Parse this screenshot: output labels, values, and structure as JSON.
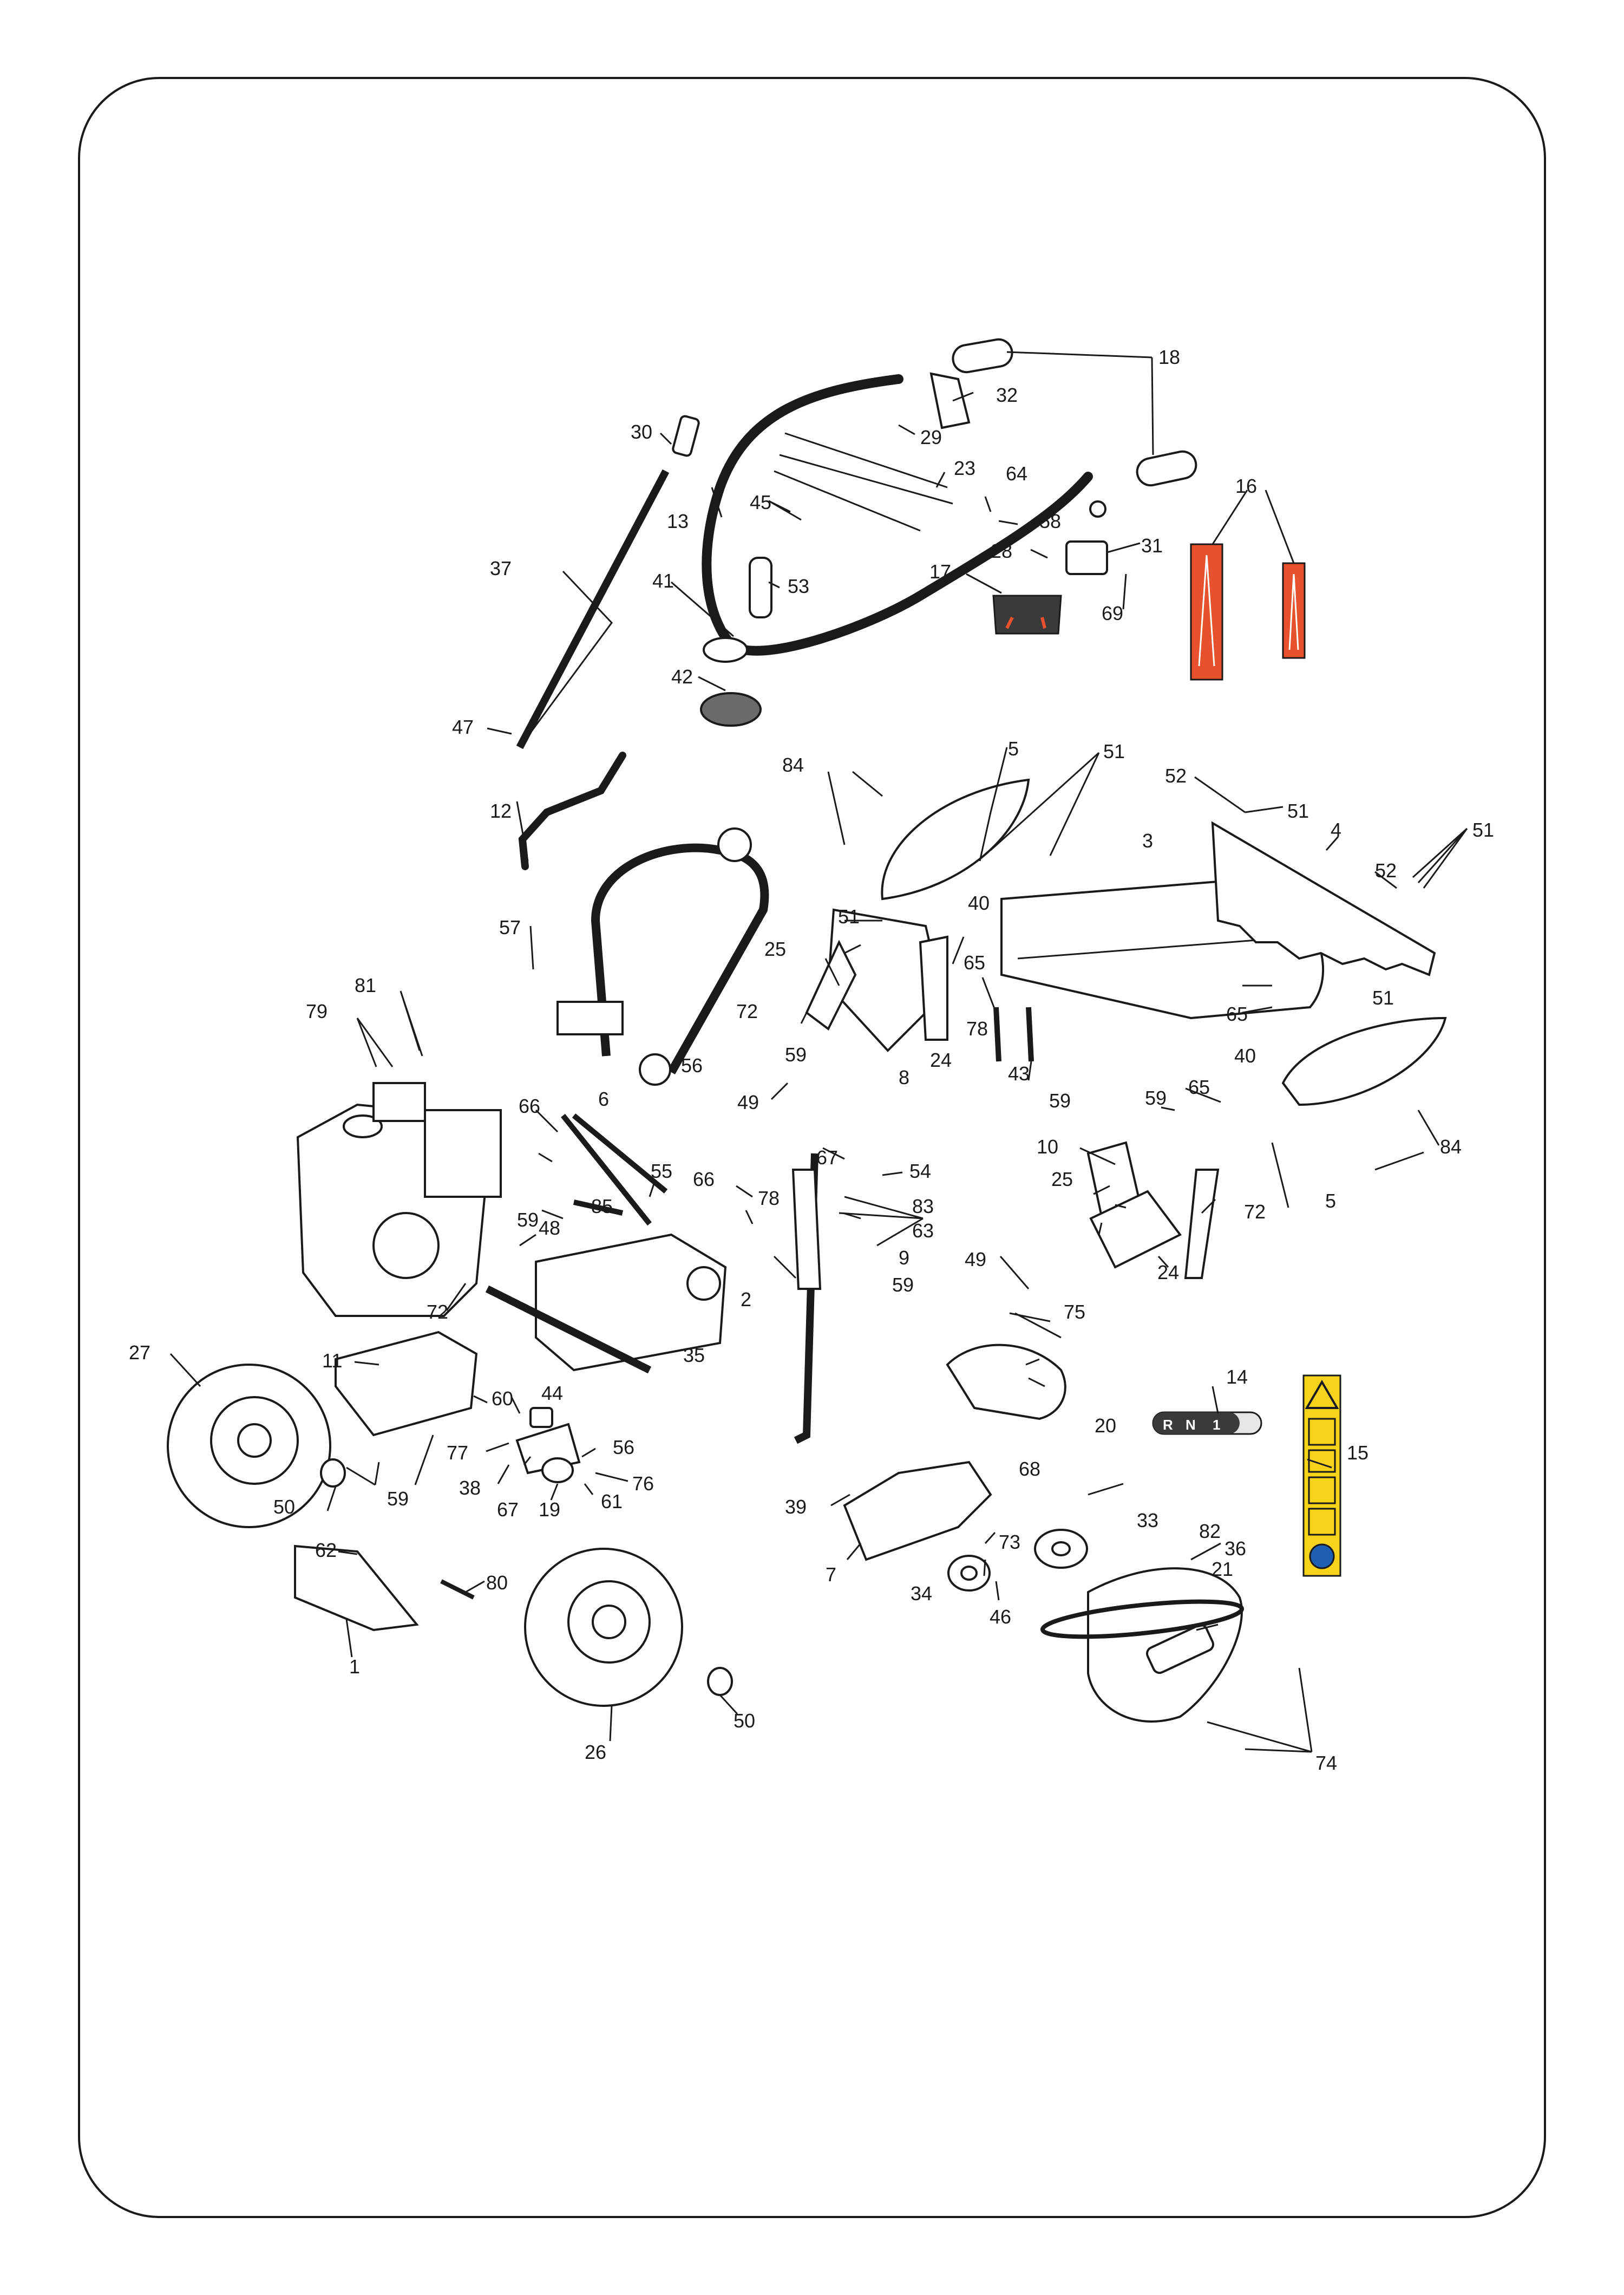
{
  "colors": {
    "line": "#1a1a1a",
    "decal_red": "#e8512d",
    "safety_yellow": "#f7d21a",
    "safety_blue": "#1f5fb0",
    "dark_grey": "#3a3a3a"
  },
  "gear_decal": [
    "R",
    "N",
    "1"
  ],
  "callouts": [
    "1",
    "2",
    "3",
    "4",
    "5",
    "6",
    "7",
    "8",
    "9",
    "10",
    "11",
    "12",
    "13",
    "14",
    "15",
    "16",
    "17",
    "18",
    "19",
    "20",
    "21",
    "23",
    "24",
    "25",
    "26",
    "27",
    "28",
    "29",
    "30",
    "31",
    "32",
    "33",
    "34",
    "35",
    "36",
    "37",
    "38",
    "39",
    "40",
    "41",
    "42",
    "43",
    "44",
    "45",
    "46",
    "47",
    "48",
    "49",
    "50",
    "51",
    "52",
    "53",
    "54",
    "55",
    "56",
    "57",
    "58",
    "59",
    "60",
    "61",
    "62",
    "63",
    "64",
    "65",
    "66",
    "67",
    "68",
    "69",
    "72",
    "73",
    "74",
    "75",
    "76",
    "77",
    "78",
    "79",
    "80",
    "81",
    "82",
    "83",
    "84",
    "85"
  ]
}
